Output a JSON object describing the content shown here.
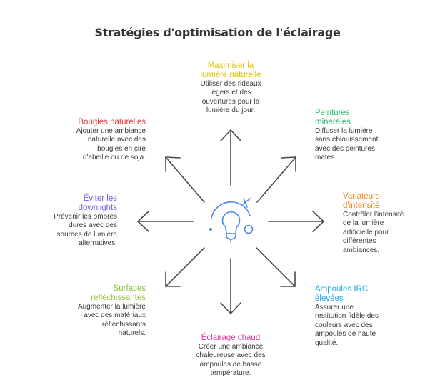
{
  "title": "Stratégies d'optimisation de l'éclairage",
  "center_icon": "lightbulb-icon",
  "colors": {
    "arrow": "#4a4a4a",
    "icon": "#4f86ea",
    "body_text": "#3a3a3a"
  },
  "nodes": [
    {
      "id": "top",
      "title": "Maximiser la lumière naturelle",
      "title_lines": [
        "Maximiser la",
        "lumière naturelle"
      ],
      "desc_lines": [
        "Utiliser des rideaux",
        "légers et des",
        "ouvertures pour la",
        "lumière du jour."
      ],
      "color": "#e6c200"
    },
    {
      "id": "top-right",
      "title": "Peintures minérales",
      "title_lines": [
        "Peintures",
        "minérales"
      ],
      "desc_lines": [
        "Diffuser la lumière",
        "sans éblouissement",
        "avec des peintures",
        "mates."
      ],
      "color": "#2fbf6f"
    },
    {
      "id": "right",
      "title": "Variateurs d'intensité",
      "title_lines": [
        "Variateurs",
        "d'intensité"
      ],
      "desc_lines": [
        "Contrôler l'intensité",
        "de la lumière",
        "artificielle pour",
        "différentes",
        "ambiances."
      ],
      "color": "#f08a24"
    },
    {
      "id": "bottom-right",
      "title": "Ampoules IRC élevées",
      "title_lines": [
        "Ampoules IRC",
        "élevées"
      ],
      "desc_lines": [
        "Assurer une",
        "restitution fidèle des",
        "couleurs avec des",
        "ampoules de haute",
        "qualité."
      ],
      "color": "#1fa7e0"
    },
    {
      "id": "bottom",
      "title": "Éclairage chaud",
      "title_lines": [
        "Éclairage chaud"
      ],
      "desc_lines": [
        "Créer une ambiance",
        "chaleureuse avec des",
        "ampoules de basse",
        "température."
      ],
      "color": "#e23a9b"
    },
    {
      "id": "bottom-left",
      "title": "Surfaces réfléchissantes",
      "title_lines": [
        "Surfaces",
        "réfléchissantes"
      ],
      "desc_lines": [
        "Augmenter la lumière",
        "avec des matériaux",
        "réfléchissants",
        "naturels."
      ],
      "color": "#8cc43a"
    },
    {
      "id": "left",
      "title": "Éviter les downlights",
      "title_lines": [
        "Éviter les",
        "downlights"
      ],
      "desc_lines": [
        "Prévenir les ombres",
        "dures avec des",
        "sources de lumière",
        "alternatives."
      ],
      "color": "#7b5ce6"
    },
    {
      "id": "top-left",
      "title": "Bougies naturelles",
      "title_lines": [
        "Bougies naturelles"
      ],
      "desc_lines": [
        "Ajouter une ambiance",
        "naturelle avec des",
        "bougies en cire",
        "d'abeille ou de soja."
      ],
      "color": "#e53b3b"
    }
  ]
}
